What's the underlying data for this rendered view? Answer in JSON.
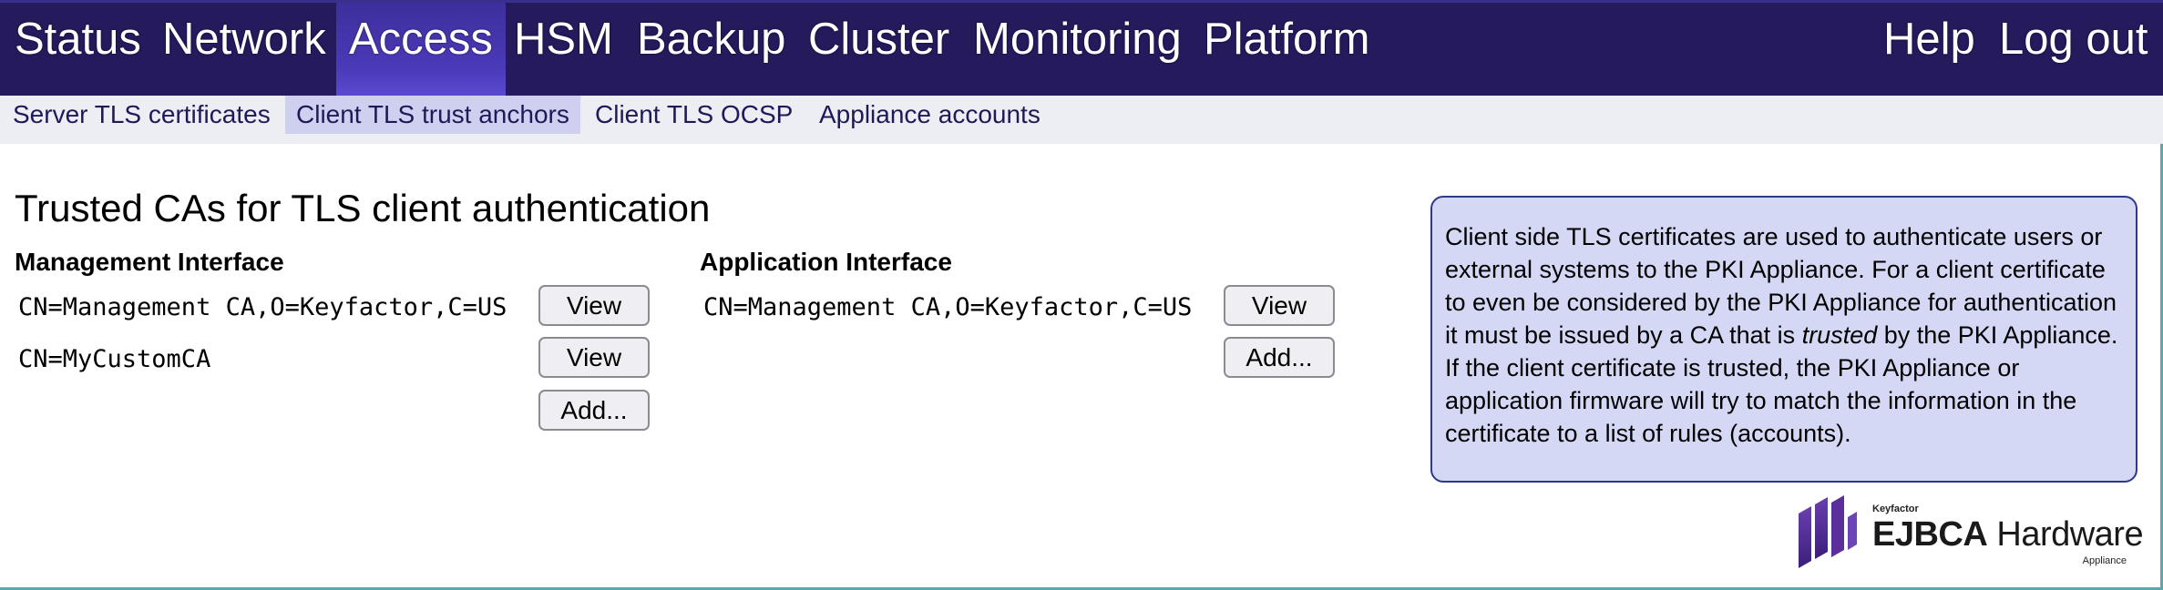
{
  "nav": {
    "items": [
      "Status",
      "Network",
      "Access",
      "HSM",
      "Backup",
      "Cluster",
      "Monitoring",
      "Platform"
    ],
    "active": "Access",
    "right": [
      "Help",
      "Log out"
    ]
  },
  "subnav": {
    "items": [
      "Server TLS certificates",
      "Client TLS trust anchors",
      "Client TLS OCSP",
      "Appliance accounts"
    ],
    "active": "Client TLS trust anchors"
  },
  "main": {
    "title": "Trusted CAs for TLS client authentication",
    "management": {
      "title": "Management Interface",
      "cas": [
        "CN=Management CA,O=Keyfactor,C=US",
        "CN=MyCustomCA"
      ],
      "view_label": "View",
      "add_label": "Add..."
    },
    "application": {
      "title": "Application Interface",
      "cas": [
        "CN=Management CA,O=Keyfactor,C=US"
      ],
      "view_label": "View",
      "add_label": "Add..."
    }
  },
  "info": {
    "text_before": "Client side TLS certificates are used to authenticate users or external systems to the PKI Appliance. For a client certificate to even be considered by the PKI Appliance for authentication it must be issued by a CA that is ",
    "emphasis": "trusted",
    "text_after": " by the PKI Appliance. If the client certificate is trusted, the PKI Appliance or application firmware will try to match the information in the certificate to a list of rules (accounts)."
  },
  "logo": {
    "brand": "Keyfactor",
    "main_bold": "EJBCA",
    "main_rest": " Hardware",
    "sub": "Appliance"
  },
  "colors": {
    "topbar": "#241a5c",
    "active_tab": "#4a3ab8",
    "subbar": "#ededf4",
    "infobox": "#d4d8f5",
    "logo_purple": "#4b2a8c"
  }
}
